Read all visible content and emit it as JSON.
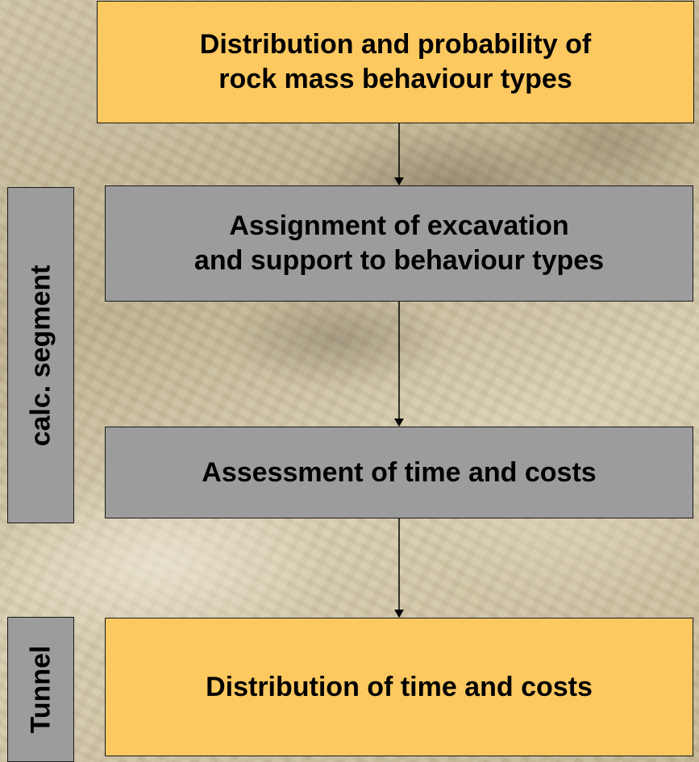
{
  "flow": {
    "boxes": [
      {
        "text": "Distribution and probability of\nrock mass behaviour types",
        "color": "#fcc860"
      },
      {
        "text": "Assignment  of excavation\nand support to behaviour types",
        "color": "#9c9c9c"
      },
      {
        "text": "Assessment of time and costs",
        "color": "#9c9c9c"
      },
      {
        "text": "Distribution of time and costs",
        "color": "#fcc860"
      }
    ],
    "side_labels": [
      "calc. segment",
      "Tunnel"
    ]
  }
}
